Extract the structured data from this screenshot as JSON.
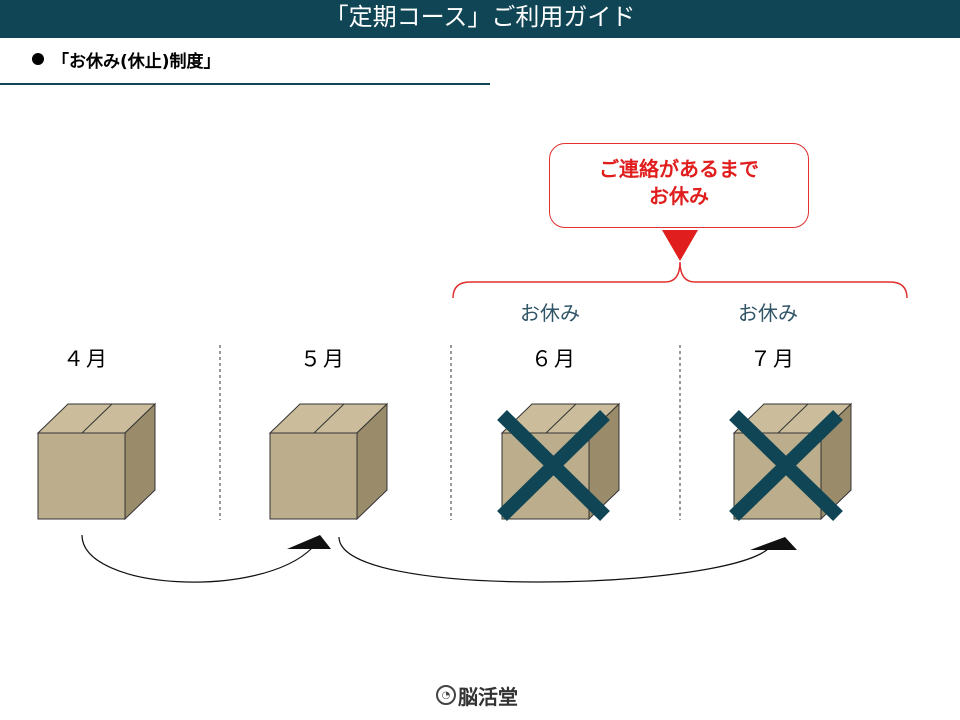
{
  "header": {
    "title": "「定期コース」ご利用ガイド"
  },
  "section": {
    "heading": "「お休み(休止)制度」"
  },
  "callout": {
    "line1": "ご連絡があるまで",
    "line2": "お休み"
  },
  "rest_labels": [
    "お休み",
    "お休み"
  ],
  "months": [
    {
      "label": "４月",
      "delivered": true
    },
    {
      "label": "５月",
      "delivered": true
    },
    {
      "label": "６月",
      "delivered": false
    },
    {
      "label": "７月",
      "delivered": false
    }
  ],
  "colors": {
    "header_bg": "#0f4555",
    "callout_red": "#e01e1e",
    "box_front": "#bcae8c",
    "box_top": "#cbbd9c",
    "box_side": "#9a8b6b",
    "cross": "#0f4555"
  },
  "footer": {
    "logo_text": "脳活堂",
    "logo_icon": "brain-leaf-icon"
  }
}
